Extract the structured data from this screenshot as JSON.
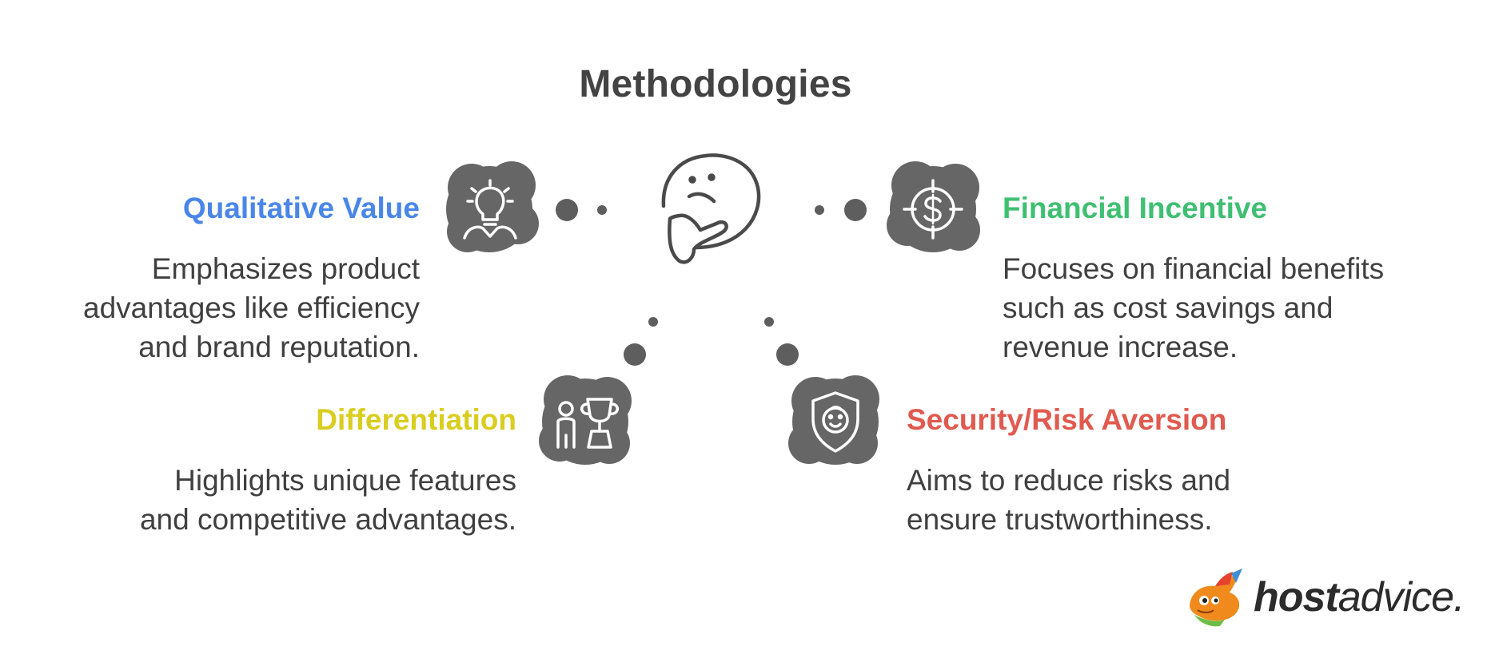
{
  "title": "Methodologies",
  "items": {
    "qualitative": {
      "heading": "Qualitative Value",
      "lines": [
        "Emphasizes product",
        "advantages like efficiency",
        "and brand reputation."
      ],
      "color": "#4a86e8",
      "icon": "lightbulb-person-icon"
    },
    "financial": {
      "heading": "Financial Incentive",
      "lines": [
        "Focuses on financial benefits",
        "such as cost savings and",
        "revenue increase."
      ],
      "color": "#3fbf72",
      "icon": "dollar-target-icon"
    },
    "differentiation": {
      "heading": "Differentiation",
      "lines": [
        "Highlights unique features",
        "and competitive advantages."
      ],
      "color": "#d9cd1f",
      "icon": "person-trophy-icon"
    },
    "security": {
      "heading": "Security/Risk Aversion",
      "lines": [
        "Aims to reduce risks and",
        "ensure trustworthiness."
      ],
      "color": "#e05a4f",
      "icon": "shield-face-icon"
    }
  },
  "center_icon": "thinking-face-icon",
  "blob_color": "#666666",
  "logo": {
    "bold": "host",
    "light": "advice."
  }
}
